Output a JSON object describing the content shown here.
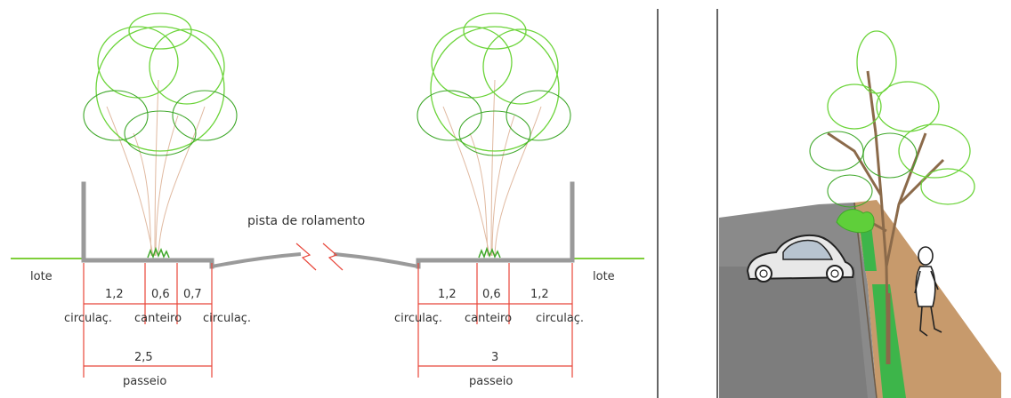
{
  "section": {
    "road_label": "pista de rolamento",
    "left": {
      "lot_label": "lote",
      "dims": [
        "1,2",
        "0,6",
        "0,7"
      ],
      "zones": [
        "circulaç.",
        "canteiro",
        "circulaç."
      ],
      "total": "2,5",
      "total_label": "passeio"
    },
    "right": {
      "lot_label": "lote",
      "dims": [
        "1,2",
        "0,6",
        "1,2"
      ],
      "zones": [
        "circulaç.",
        "canteiro",
        "circulaç."
      ],
      "total": "3",
      "total_label": "passeio"
    }
  },
  "colors": {
    "dimension": "#e8463a",
    "ground": "#7fcf3a",
    "foliage": "#6cd43a",
    "road": "#8a8a8a",
    "sidewalk": "#c79a6c",
    "planting_strip": "#3db54a"
  }
}
